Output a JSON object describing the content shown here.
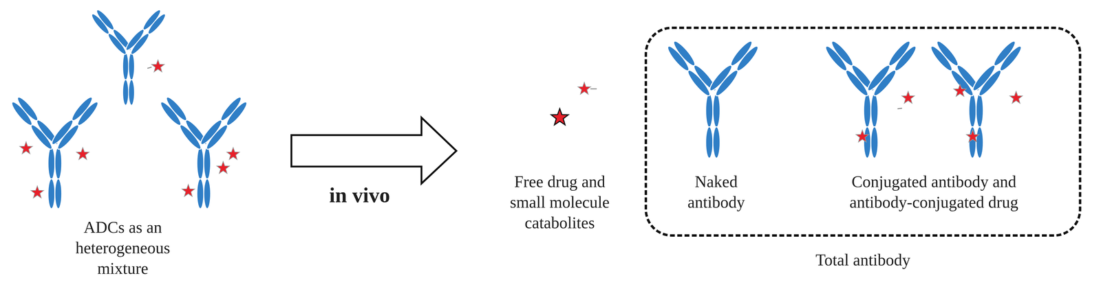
{
  "diagram": {
    "nodes": [
      {
        "text": [
          "Total antibody"
        ]
      }
    ],
    "labels": [
      "ADCs as an heterogeneous mixture",
      "in vivo",
      "Free drug and small molecule catabolites",
      "Naked antibody",
      "Conjugated antibody and antibody-conjugated drug"
    ]
  }
}
